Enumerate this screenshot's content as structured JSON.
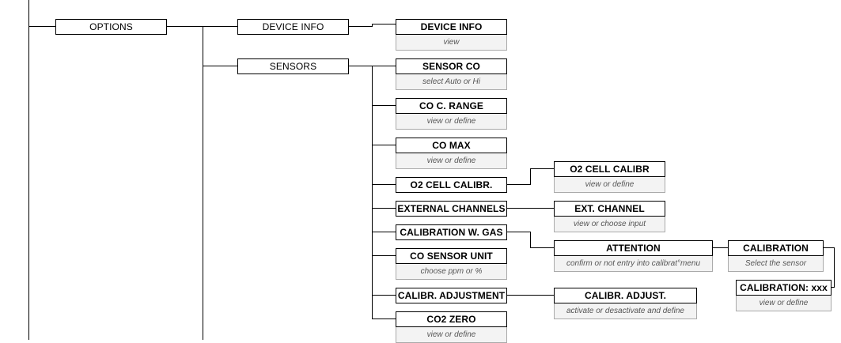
{
  "menu_tree": {
    "options": {
      "label": "OPTIONS"
    },
    "device_info": {
      "label": "DEVICE INFO"
    },
    "device_info_item": {
      "label": "DEVICE INFO",
      "desc": "view"
    },
    "sensors": {
      "label": "SENSORS"
    },
    "sensor_co": {
      "label": "SENSOR CO",
      "desc": "select Auto or Hi"
    },
    "co_c_range": {
      "label": "CO C. RANGE",
      "desc": "view or define"
    },
    "co_max": {
      "label": "CO MAX",
      "desc": "view or define"
    },
    "o2_cell_calibr": {
      "label": "O2 CELL CALIBR."
    },
    "o2_cell_calibr_item": {
      "label": "O2 CELL CALIBR",
      "desc": "view or define"
    },
    "external_channels": {
      "label": "EXTERNAL CHANNELS"
    },
    "ext_channel": {
      "label": "EXT. CHANNEL",
      "desc": "view or choose input"
    },
    "calibration_w_gas": {
      "label": "CALIBRATION W. GAS"
    },
    "attention": {
      "label": "ATTENTION",
      "desc": "confirm or not entry into calibrat°menu"
    },
    "calibration": {
      "label": "CALIBRATION",
      "desc": "Select the sensor"
    },
    "calibration_xxx": {
      "label": "CALIBRATION: xxx",
      "desc": "view or define"
    },
    "co_sensor_unit": {
      "label": "CO SENSOR UNIT",
      "desc": "choose ppm or %"
    },
    "calibr_adjustment": {
      "label": "CALIBR. ADJUSTMENT"
    },
    "calibr_adjust": {
      "label": "CALIBR. ADJUST.",
      "desc": "activate or desactivate and define"
    },
    "co2_zero": {
      "label": "CO2 ZERO",
      "desc": "view or define"
    }
  }
}
